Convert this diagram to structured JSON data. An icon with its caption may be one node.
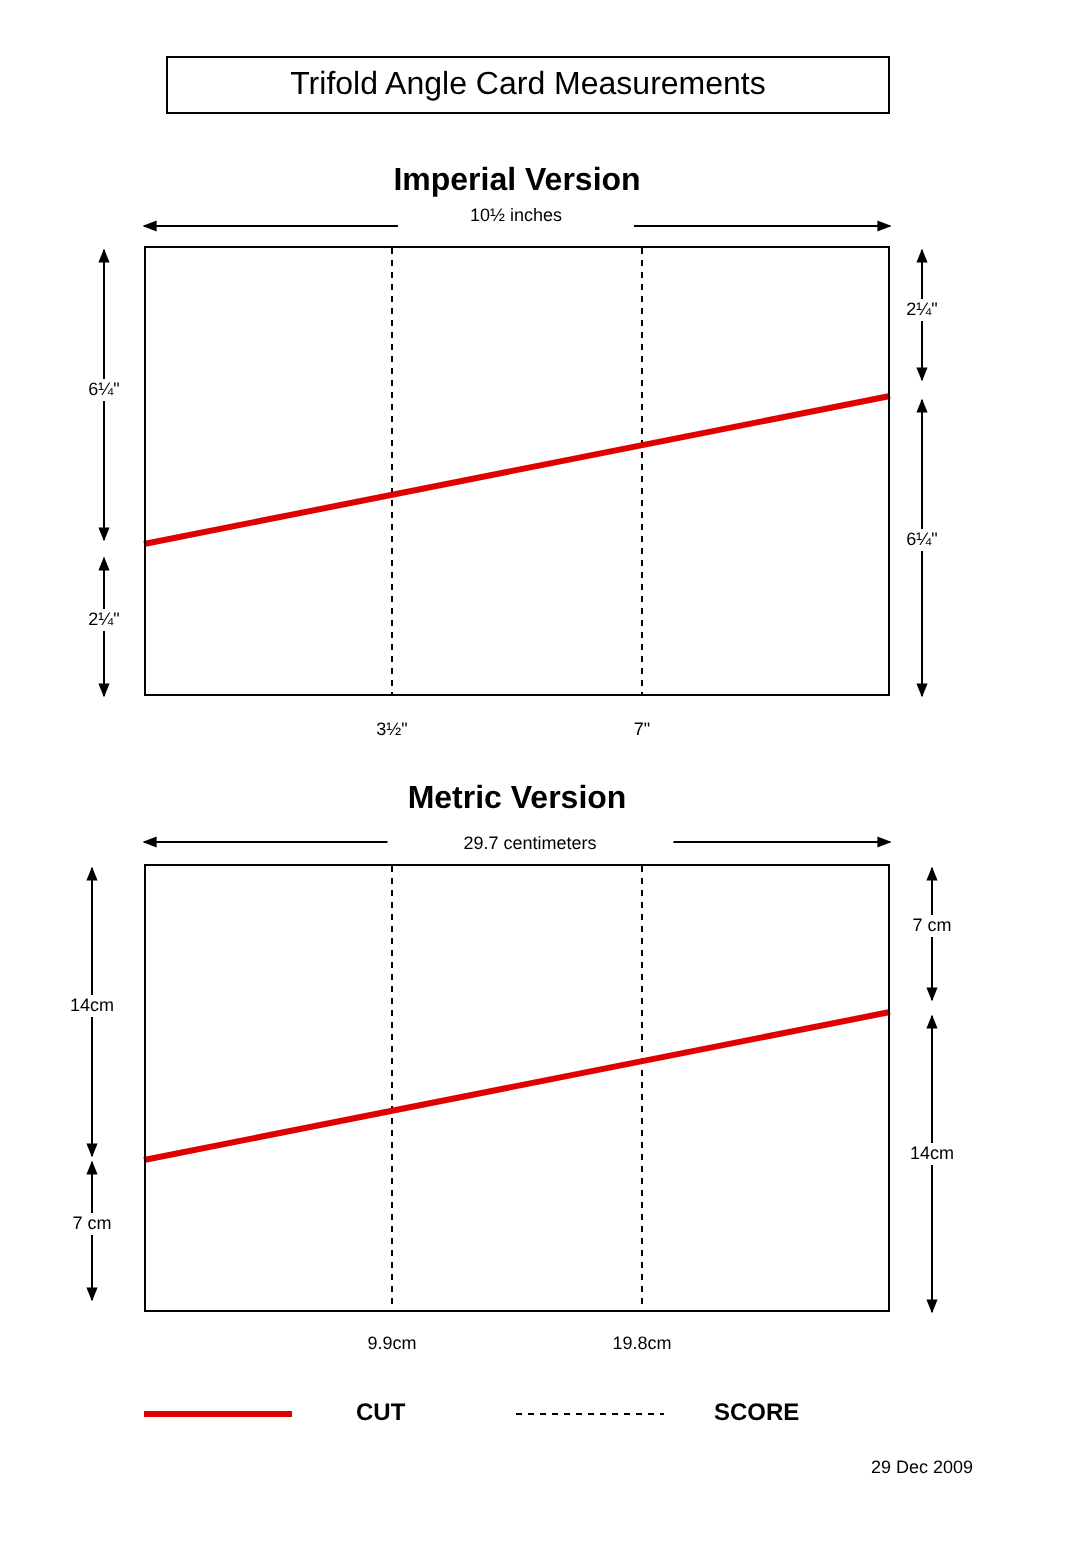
{
  "diagram": {
    "title": "Trifold Angle Card Measurements",
    "nodes": [
      {
        "text": [
          "Imperial Version"
        ]
      },
      {
        "text": [
          "Metric Version"
        ]
      }
    ],
    "edges": [],
    "labels": [
      "10½ inches",
      "2¼\"",
      "6¼\"",
      "6¼\"",
      "2¼\"",
      "3½\"",
      "7\"",
      "29.7 centimeters",
      "7 cm",
      "14cm",
      "14cm",
      "7 cm",
      "9.9cm",
      "19.8cm",
      "29 Dec 2009"
    ],
    "legend": [
      {
        "text": "CUT"
      },
      {
        "text": "SCORE"
      }
    ]
  }
}
